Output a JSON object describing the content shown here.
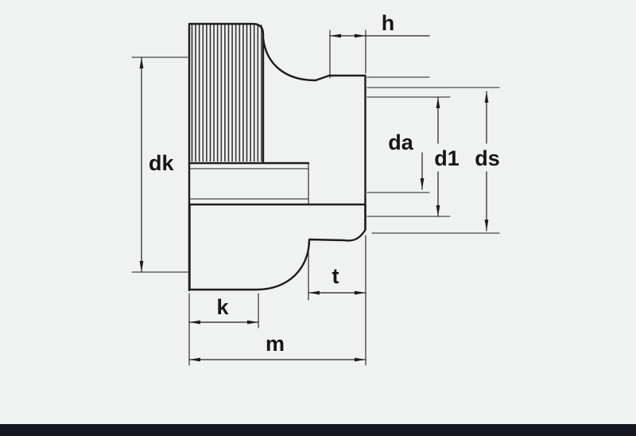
{
  "colors": {
    "background": "#f0f1f1",
    "line": "#1d1d1d",
    "footer_bar": "#171722"
  },
  "labels": {
    "h": "h",
    "dk": "dk",
    "da": "da",
    "d1": "d1",
    "ds": "ds",
    "t": "t",
    "k": "k",
    "m": "m"
  }
}
